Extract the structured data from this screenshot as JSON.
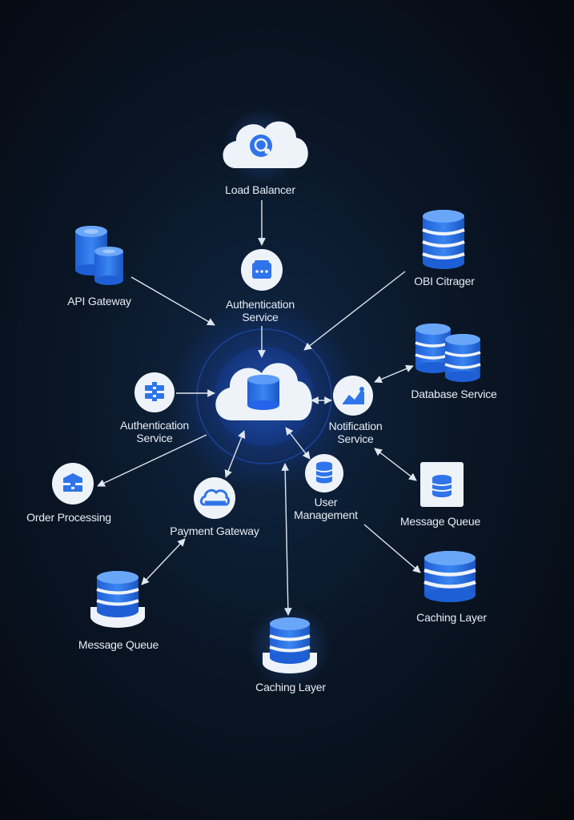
{
  "colors": {
    "background": "#0a1626",
    "accent_blue": "#2f74ea",
    "node_white": "#eef3fa",
    "connector": "#dfe6ef",
    "label_text": "#e6ecf4"
  },
  "nodes": [
    {
      "id": "load-balancer",
      "label": "Load Balancer",
      "icon": "cloud-icon"
    },
    {
      "id": "auth-service-top",
      "label": "Authentication\nService",
      "icon": "lock-icon"
    },
    {
      "id": "api-gateway",
      "label": "API Gateway",
      "icon": "database-cylinders-icon"
    },
    {
      "id": "obi-citrager",
      "label": "OBI Citrager",
      "icon": "database-stack-icon"
    },
    {
      "id": "database-service",
      "label": "Database Service",
      "icon": "database-stack-icon"
    },
    {
      "id": "central-hub",
      "label": "",
      "icon": "cloud-database-icon"
    },
    {
      "id": "auth-service-left",
      "label": "Authentication\nService",
      "icon": "server-icon"
    },
    {
      "id": "notification-service",
      "label": "Notification\nService",
      "icon": "chart-icon"
    },
    {
      "id": "order-processing",
      "label": "Order Processing",
      "icon": "server-icon"
    },
    {
      "id": "payment-gateway",
      "label": "Payment Gateway",
      "icon": "cloud-outline-icon"
    },
    {
      "id": "user-management",
      "label": "User\nManagement",
      "icon": "database-icon"
    },
    {
      "id": "message-queue-right",
      "label": "Message Queue",
      "icon": "database-icon"
    },
    {
      "id": "message-queue-left",
      "label": "Message Queue",
      "icon": "database-stack-icon"
    },
    {
      "id": "caching-layer-right",
      "label": "Caching Layer",
      "icon": "database-stack-icon"
    },
    {
      "id": "caching-layer-bottom",
      "label": "Caching Layer",
      "icon": "database-stack-icon"
    }
  ],
  "edges": [
    {
      "from": "load-balancer",
      "to": "auth-service-top",
      "direction": "forward"
    },
    {
      "from": "auth-service-top",
      "to": "central-hub",
      "direction": "forward"
    },
    {
      "from": "api-gateway",
      "to": "central-hub",
      "direction": "forward"
    },
    {
      "from": "obi-citrager",
      "to": "central-hub",
      "direction": "forward"
    },
    {
      "from": "database-service",
      "to": "notification-service",
      "direction": "both"
    },
    {
      "from": "auth-service-left",
      "to": "central-hub",
      "direction": "forward"
    },
    {
      "from": "notification-service",
      "to": "central-hub",
      "direction": "both"
    },
    {
      "from": "central-hub",
      "to": "order-processing",
      "direction": "forward"
    },
    {
      "from": "central-hub",
      "to": "payment-gateway",
      "direction": "both"
    },
    {
      "from": "central-hub",
      "to": "user-management",
      "direction": "both"
    },
    {
      "from": "notification-service",
      "to": "message-queue-right",
      "direction": "both"
    },
    {
      "from": "user-management",
      "to": "caching-layer-right",
      "direction": "forward"
    },
    {
      "from": "payment-gateway",
      "to": "message-queue-left",
      "direction": "both"
    },
    {
      "from": "central-hub",
      "to": "caching-layer-bottom",
      "direction": "both"
    }
  ]
}
